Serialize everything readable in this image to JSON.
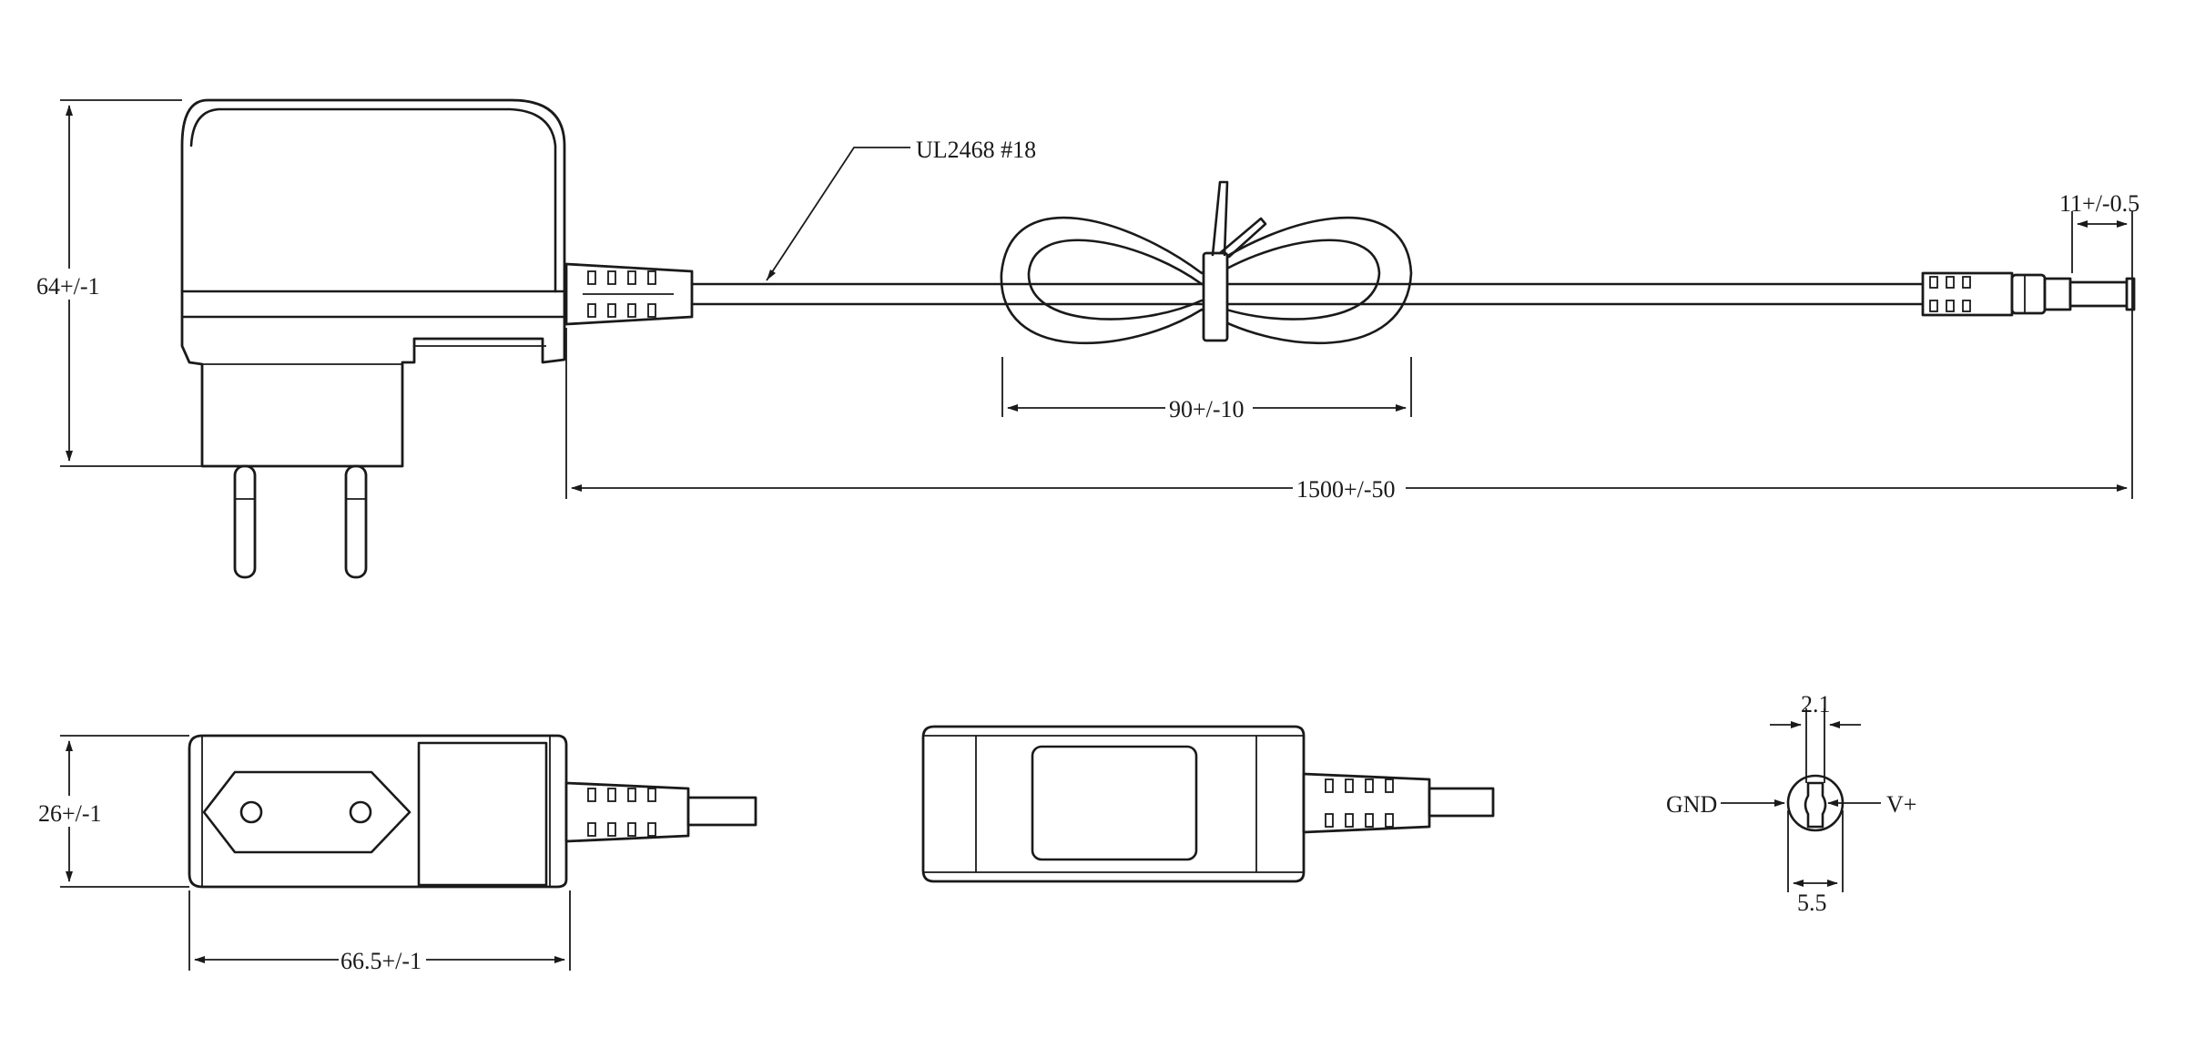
{
  "dimensions": {
    "height": "64+/-1",
    "cable_spec": "UL2468 #18",
    "bundle_length": "90+/-10",
    "cable_length": "1500+/-50",
    "plug_length": "11+/-0.5",
    "width": "26+/-1",
    "depth": "66.5+/-1",
    "pin_inner": "2.1",
    "pin_outer": "5.5"
  },
  "polarity": {
    "negative": "GND",
    "positive": "V+"
  }
}
